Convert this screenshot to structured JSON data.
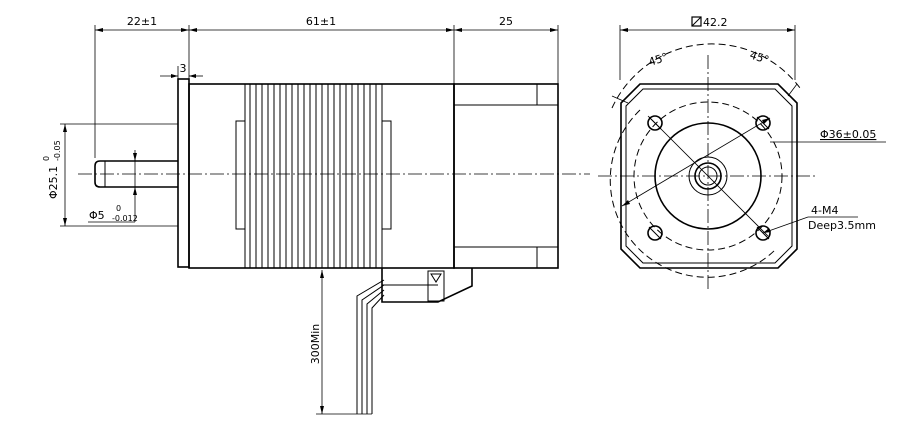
{
  "side_view": {
    "dim_shaft_length": "22±1",
    "dim_body_length": "61±1",
    "dim_rear_length": "25",
    "dim_flange_thickness": "3",
    "dim_boss_diameter": "Φ25.1",
    "dim_boss_tol_upper": "0",
    "dim_boss_tol_lower": "-0.05",
    "dim_shaft_diameter": "Φ5",
    "dim_shaft_tol_upper": "0",
    "dim_shaft_tol_lower": "-0.012",
    "dim_lead_length": "300Min"
  },
  "front_view": {
    "dim_frame_size": "42.2",
    "angle_left": "45°",
    "angle_right": "45°",
    "dim_bolt_circle": "Φ36±0.05",
    "hole_spec": "4-M4",
    "hole_depth": "Deep3.5mm"
  }
}
